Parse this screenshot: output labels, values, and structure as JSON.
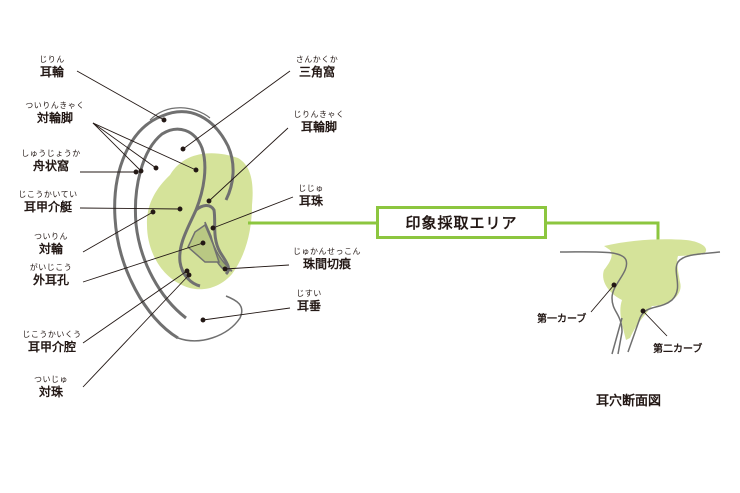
{
  "ear_labels": [
    {
      "id": "jirin",
      "ruby": "じりん",
      "name": "耳輪"
    },
    {
      "id": "tsuirinkyaku",
      "ruby": "ついりんきゃく",
      "name": "対輪脚"
    },
    {
      "id": "shujouka",
      "ruby": "しゅうじょうか",
      "name": "舟状窩"
    },
    {
      "id": "jikoukaitei",
      "ruby": "じこうかいてい",
      "name": "耳甲介艇"
    },
    {
      "id": "tsuirin",
      "ruby": "ついりん",
      "name": "対輪"
    },
    {
      "id": "gaijikou",
      "ruby": "がいじこう",
      "name": "外耳孔"
    },
    {
      "id": "jikoukaikou",
      "ruby": "じこうかいくう",
      "name": "耳甲介腔"
    },
    {
      "id": "tsuiju",
      "ruby": "ついじゅ",
      "name": "対珠"
    },
    {
      "id": "sankakuka",
      "ruby": "さんかくか",
      "name": "三角窩"
    },
    {
      "id": "jirinkyaku",
      "ruby": "じりんきゃく",
      "name": "耳輪脚"
    },
    {
      "id": "jiju",
      "ruby": "じじゅ",
      "name": "耳珠"
    },
    {
      "id": "jukansetsukon",
      "ruby": "じゅかんせっこん",
      "name": "珠間切痕"
    },
    {
      "id": "jisui",
      "ruby": "じすい",
      "name": "耳垂"
    }
  ],
  "banner": {
    "text": "印象採取エリア"
  },
  "cross_section": {
    "first_curve": "第一カーブ",
    "second_curve": "第二カーブ",
    "title": "耳穴断面図"
  },
  "colors": {
    "impression_area": "#d5e39a",
    "banner_border": "#8cc63f",
    "ear_outline": "#707070",
    "leader_line": "#231815"
  }
}
